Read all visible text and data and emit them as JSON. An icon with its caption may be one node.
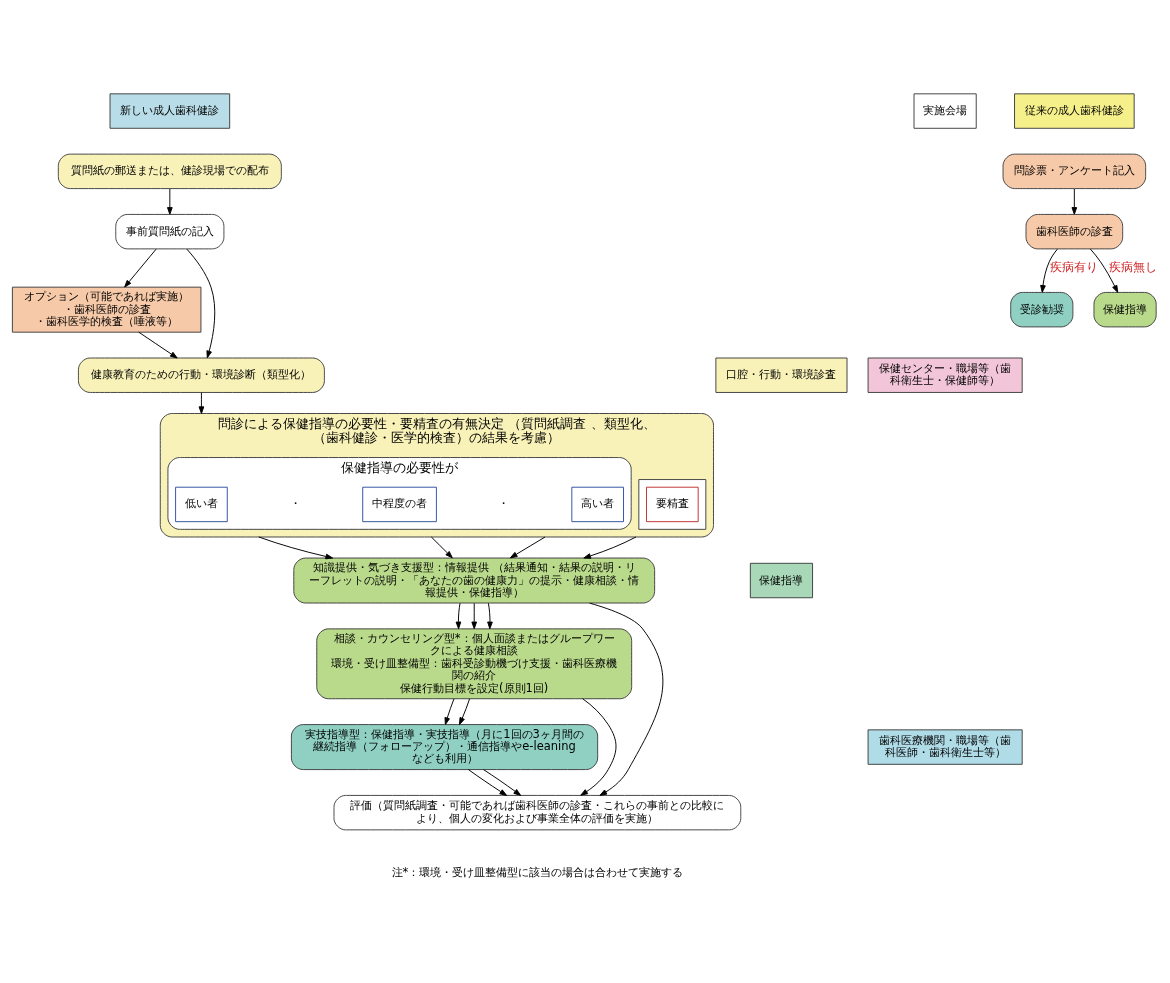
{
  "diagram": {
    "nodes": [
      {
        "text": [
          "新しい成人歯科健診"
        ]
      },
      {
        "text": [
          "質問紙の郵送または、健診現場での配布"
        ]
      },
      {
        "text": [
          "事前質問紙の記入"
        ]
      },
      {
        "text": [
          "オプション（可能であれば実施）",
          "・歯科医師の診査",
          "・歯科医学的検査（唾液等）"
        ]
      },
      {
        "text": [
          "健康教育のための行動・環境診断（類型化）"
        ]
      },
      {
        "text": [
          "問診による保健指導の必要性・要精査の有無決定 （質問紙調査 、類型化、（歯科健診・医学的検査）の結果を考慮）"
        ]
      },
      {
        "text": [
          "保健指導の必要性が"
        ],
        "in": 5
      },
      {
        "text": [
          "低い者"
        ],
        "in": 6
      },
      {
        "text": [
          "中程度の者"
        ],
        "in": 6
      },
      {
        "text": [
          "高い者"
        ],
        "in": 6
      },
      {
        "text": [],
        "shape": "box",
        "in": 5
      },
      {
        "text": [
          "要精査"
        ],
        "in": 10
      },
      {
        "text": [
          "知識提供・気づき支援型：情報提供 （結果通知・結果の説明・リーフレットの説明・「あなたの歯の健康力」の提示・健康相談・情報提供・保健指導）"
        ]
      },
      {
        "text": [
          "相談・カウンセリング型*：個人面談またはグループワークによる健康相談",
          "環境・受け皿整備型：歯科受診動機づけ支援・歯科医療機関の紹介",
          "保健行動目標を設定(原則1回)"
        ]
      },
      {
        "text": [
          "実技指導型：保健指導・実技指導（月に1回の3ヶ月間の継続指導（フォローアップ）・通信指導やe-leaningなども利用）"
        ]
      },
      {
        "text": [
          "評価（質問紙調査・可能であれば歯科医師の診査・これらの事前との比較により、個人の変化および事業全体の評価を実施）"
        ]
      },
      {
        "text": [
          "口腔・行動・環境診査"
        ]
      },
      {
        "text": [
          "保健指導"
        ]
      },
      {
        "text": [
          "実施会場"
        ]
      },
      {
        "text": [
          "保健センター・職場等（歯科衛生士・保健師等）"
        ]
      },
      {
        "text": [
          "歯科医療機関・職場等（歯科医師・歯科衛生士等）"
        ]
      },
      {
        "text": [
          "従来の成人歯科健診"
        ]
      },
      {
        "text": [
          "問診票・アンケート記入"
        ]
      },
      {
        "text": [
          "歯科医師の診査"
        ]
      },
      {
        "text": [
          "受診勧奨"
        ]
      },
      {
        "text": [
          "保健指導"
        ]
      }
    ],
    "edges": [
      {
        "from": 1,
        "to": 2,
        "arrow": "to"
      },
      {
        "from": 2,
        "to": 3,
        "arrow": "to"
      },
      {
        "from": 2,
        "to": 4,
        "arrow": "to"
      },
      {
        "from": 3,
        "to": 4,
        "arrow": "to"
      },
      {
        "from": 4,
        "to": 5,
        "arrow": "to"
      },
      {
        "from": 5,
        "to": 12,
        "arrow": "to"
      },
      {
        "from": 5,
        "to": 12,
        "arrow": "to"
      },
      {
        "from": 5,
        "to": 12,
        "arrow": "to"
      },
      {
        "from": 5,
        "to": 12,
        "arrow": "to"
      },
      {
        "from": 12,
        "to": 15,
        "arrow": "to"
      },
      {
        "from": 12,
        "to": 13,
        "arrow": "to"
      },
      {
        "from": 12,
        "to": 13,
        "arrow": "to"
      },
      {
        "from": 12,
        "to": 13,
        "arrow": "to"
      },
      {
        "from": 13,
        "to": 15,
        "arrow": "to"
      },
      {
        "from": 13,
        "to": 14,
        "arrow": "to"
      },
      {
        "from": 13,
        "to": 14,
        "arrow": "to"
      },
      {
        "from": 14,
        "to": 15,
        "arrow": "to"
      },
      {
        "from": 14,
        "to": 15,
        "arrow": "to"
      },
      {
        "from": 22,
        "to": 23,
        "arrow": "to"
      },
      {
        "from": 23,
        "to": 24,
        "arrow": "to",
        "label": "疾病有り"
      },
      {
        "from": 23,
        "to": 25,
        "arrow": "to",
        "label": "疾病無し"
      }
    ],
    "labels": [
      "・",
      "・",
      "注*：環境・受け皿整備型に該当の場合は合わせて実施する"
    ]
  }
}
